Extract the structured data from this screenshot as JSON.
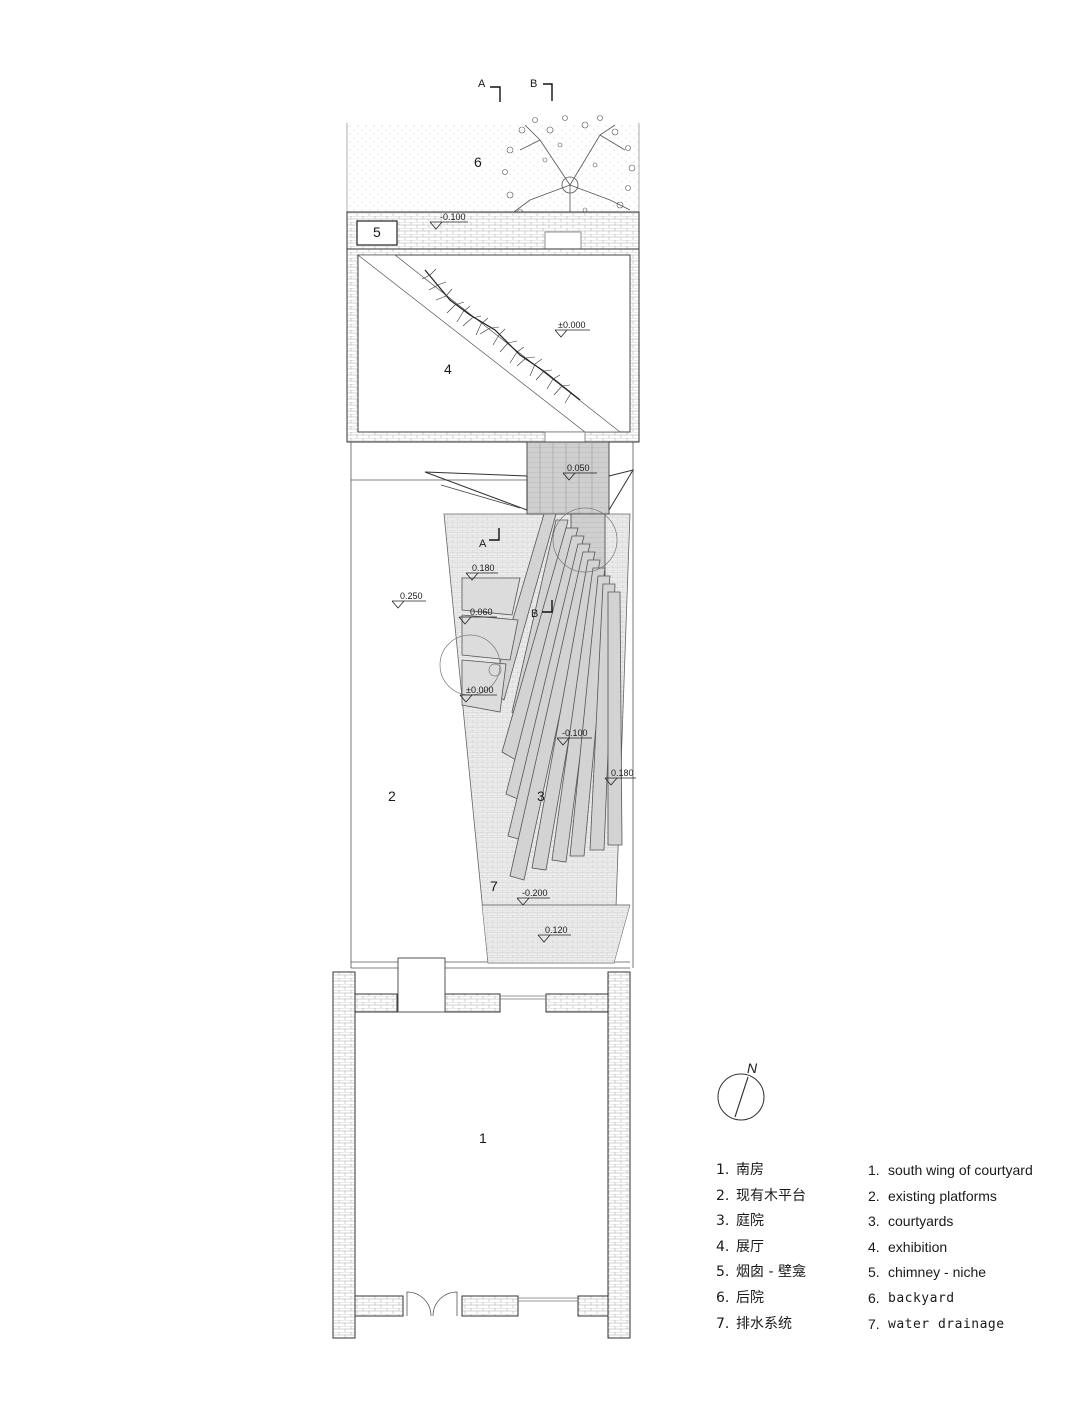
{
  "section_marks": {
    "a": "A",
    "b": "B"
  },
  "room_labels": {
    "r1": "1",
    "r2": "2",
    "r3": "3",
    "r4": "4",
    "r5": "5",
    "r6": "6",
    "r7": "7"
  },
  "levels": {
    "backyard": "-0.100",
    "exhibition": "±0.000",
    "platform": "0.050",
    "step_180a": "0.180",
    "existing": "0.250",
    "step_060": "0.060",
    "step_000": "±0.000",
    "court": "-0.100",
    "side_180": "0.180",
    "drain": "-0.200",
    "bottom_120": "0.120"
  },
  "north_label": "N",
  "legend": {
    "cn": [
      {
        "num": "1.",
        "text": "南房"
      },
      {
        "num": "2.",
        "text": "现有木平台"
      },
      {
        "num": "3.",
        "text": "庭院"
      },
      {
        "num": "4.",
        "text": "展厅"
      },
      {
        "num": "5.",
        "text": "烟囱 - 壁龛"
      },
      {
        "num": "6.",
        "text": "后院"
      },
      {
        "num": "7.",
        "text": "排水系统"
      }
    ],
    "en": [
      {
        "num": "1.",
        "text": "south wing of courtyard"
      },
      {
        "num": "2.",
        "text": "existing platforms"
      },
      {
        "num": "3.",
        "text": "courtyards"
      },
      {
        "num": "4.",
        "text": "exhibition"
      },
      {
        "num": "5.",
        "text": "chimney - niche"
      },
      {
        "num": "6.",
        "text": "backyard"
      },
      {
        "num": "7.",
        "text": "water drainage"
      }
    ]
  }
}
